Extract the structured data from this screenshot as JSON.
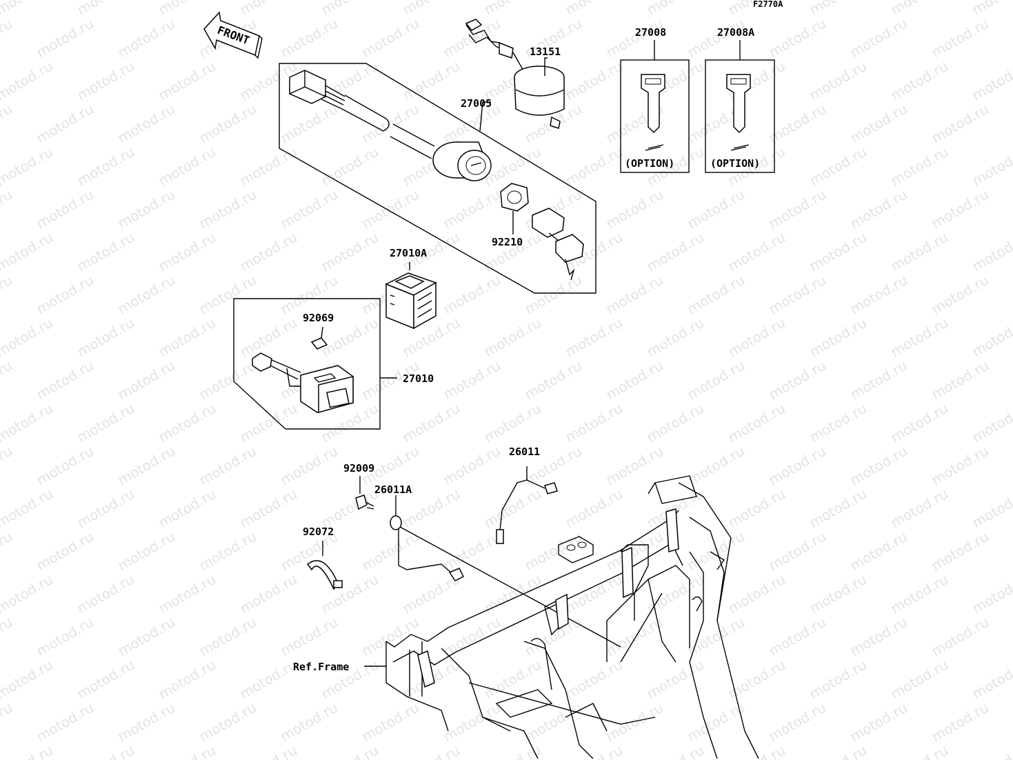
{
  "diagram_code": "F2770A",
  "watermark": "motod.ru",
  "front_label": "FRONT",
  "option_label": "(OPTION)",
  "ref_frame_label": "Ref.Frame",
  "parts": [
    {
      "number": "13151"
    },
    {
      "number": "27005"
    },
    {
      "number": "27008"
    },
    {
      "number": "27008A"
    },
    {
      "number": "92210"
    },
    {
      "number": "27010A"
    },
    {
      "number": "92069"
    },
    {
      "number": "27010"
    },
    {
      "number": "26011"
    },
    {
      "number": "92009"
    },
    {
      "number": "26011A"
    },
    {
      "number": "92072"
    }
  ]
}
